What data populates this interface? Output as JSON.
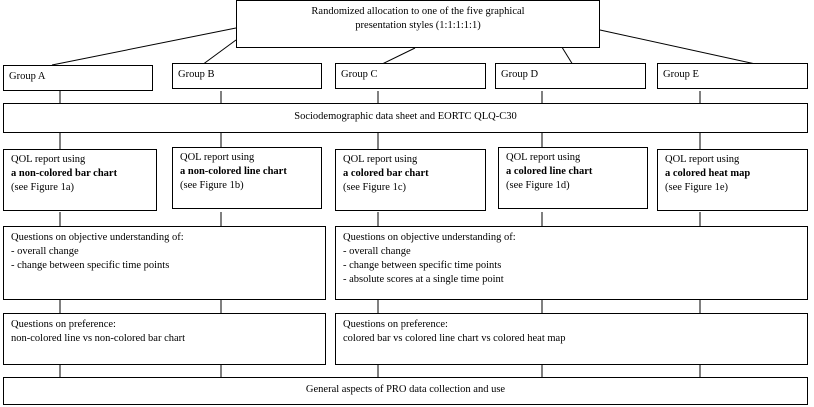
{
  "top": {
    "line1": "Randomized allocation to one of the five graphical",
    "line2": "presentation styles (1:1:1:1:1)"
  },
  "groups": [
    "Group A",
    "Group B",
    "Group C",
    "Group D",
    "Group E"
  ],
  "sociodemographic": "Sociodemographic data sheet and EORTC QLQ-C30",
  "reports": [
    {
      "prefix": "QOL report using",
      "emph": "a non-colored bar chart",
      "ref": "(see Figure 1a)"
    },
    {
      "prefix": "QOL report using",
      "emph": "a non-colored line chart",
      "ref": "(see Figure 1b)"
    },
    {
      "prefix": "QOL report using",
      "emph": "a colored bar chart",
      "ref": "(see Figure 1c)"
    },
    {
      "prefix": "QOL report using",
      "emph": "a colored line chart",
      "ref": "(see Figure 1d)"
    },
    {
      "prefix": "QOL report using",
      "emph": "a colored heat map",
      "ref": "(see Figure 1e)"
    }
  ],
  "understanding_left": {
    "title": "Questions on objective understanding of:",
    "items": [
      "- overall change",
      "- change between specific time points"
    ]
  },
  "understanding_right": {
    "title": "Questions on objective understanding of:",
    "items": [
      "- overall change",
      "- change between specific time points",
      "- absolute scores at a single time point"
    ]
  },
  "preference_left": {
    "title": "Questions on preference:",
    "text": "non-colored line vs non-colored bar chart"
  },
  "preference_right": {
    "title": "Questions on preference:",
    "text": "colored bar vs colored line chart vs colored heat map"
  },
  "general": "General aspects of PRO data collection and use"
}
